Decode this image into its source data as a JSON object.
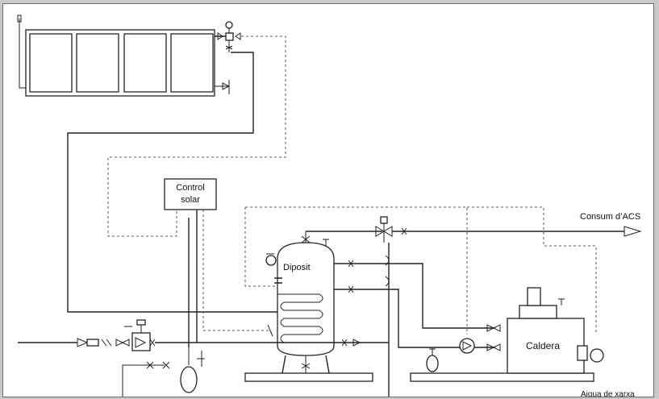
{
  "diagram": {
    "labels": {
      "control": [
        "Control",
        "solar"
      ],
      "tank": "Diposit",
      "boiler": "Caldera",
      "consumption": "Consum d’ACS",
      "mains": "Aigua de xarxa"
    },
    "colors": {
      "line": "#222222",
      "dashed": "#555555",
      "background": "#ffffff",
      "frame": "#c9c9c9"
    }
  }
}
